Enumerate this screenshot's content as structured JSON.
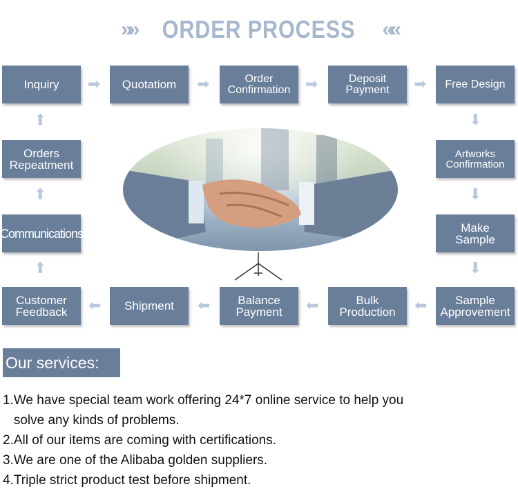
{
  "title": "ORDER PROCESS",
  "title_left_deco": "»»",
  "title_right_deco": "««",
  "steps": {
    "inquiry": "Inquiry",
    "quotation": "Quotatiom",
    "order_confirmation": "Order\nConfirmation",
    "deposit_payment": "Deposit\nPayment",
    "free_design": "Free Design",
    "artworks_confirmation": "Artworks\nConfirmation",
    "make_sample": "Make\nSample",
    "sample_approvement": "Sample\nApprovement",
    "bulk_production": "Bulk\nProduction",
    "balance_payment": "Balance\nPayment",
    "shipment": "Shipment",
    "customer_feedback": "Customer\nFeedback",
    "communications": "Communications",
    "orders_repeatment": "Orders\nRepeatment"
  },
  "services": {
    "heading": "Our services:",
    "items": [
      "1.We have special team work offering 24*7 online service to help you",
      "   solve any kinds of problems.",
      "2.All of our items are coming with certifications.",
      "3.We are one of the Alibaba golden suppliers.",
      "4.Triple strict product test before shipment."
    ]
  },
  "colors": {
    "box": "#697e99",
    "arrow": "#b9c8dc",
    "title": "#a7b7cd"
  }
}
